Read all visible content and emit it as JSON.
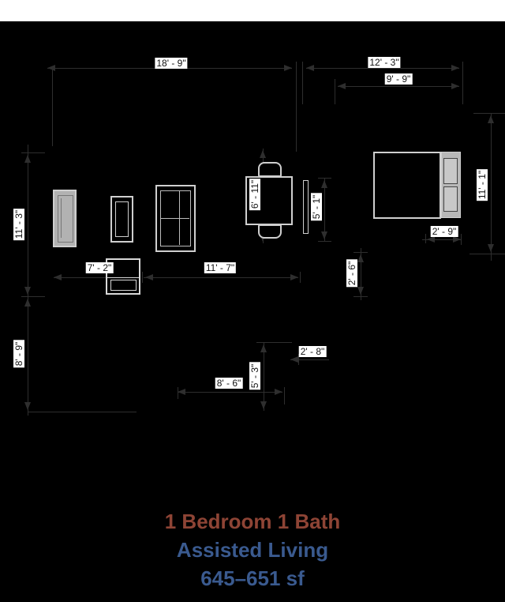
{
  "title": {
    "line1": "1 Bedroom 1 Bath",
    "line2": "Assisted Living",
    "line3": "645–651 sf"
  },
  "colors": {
    "background": "#000000",
    "top_band": "#ffffff",
    "dimension_lines": "#2e2e2e",
    "furniture_outline": "#cfcfcf",
    "label_background": "#ffffff",
    "label_text": "#111111",
    "title_line1": "#8e4435",
    "title_line23": "#3a5a8f"
  },
  "dims": {
    "w18_9": "18' - 9\"",
    "w12_3": "12' - 3\"",
    "w9_9": "9' - 9\"",
    "h11_3": "11' - 3\"",
    "h8_9": "8' - 9\"",
    "w7_2": "7' - 2\"",
    "w11_7": "11' - 7\"",
    "t6_11": "6' - 11\"",
    "t5_1": "5' - 1\"",
    "h11_1": "11' - 1\"",
    "w2_9": "2' - 9\"",
    "h2_6": "2' - 6\"",
    "w2_8": "2' - 8\"",
    "w8_6": "8' - 6\"",
    "h5_3": "5' - 3\""
  }
}
